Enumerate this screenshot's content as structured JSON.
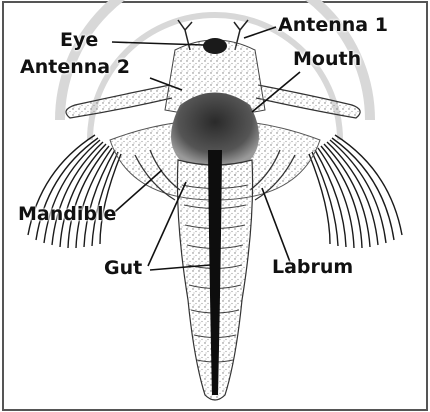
{
  "diagram": {
    "labels": {
      "eye": "Eye",
      "antenna1": "Antenna 1",
      "antenna2": "Antenna 2",
      "mouth": "Mouth",
      "mandible": "Mandible",
      "gut": "Gut",
      "labrum": "Labrum"
    }
  },
  "colors": {
    "ink": "#111111",
    "stipple": "#6f6f6f",
    "shade": "#3a3a3a",
    "background": "#ffffff"
  }
}
